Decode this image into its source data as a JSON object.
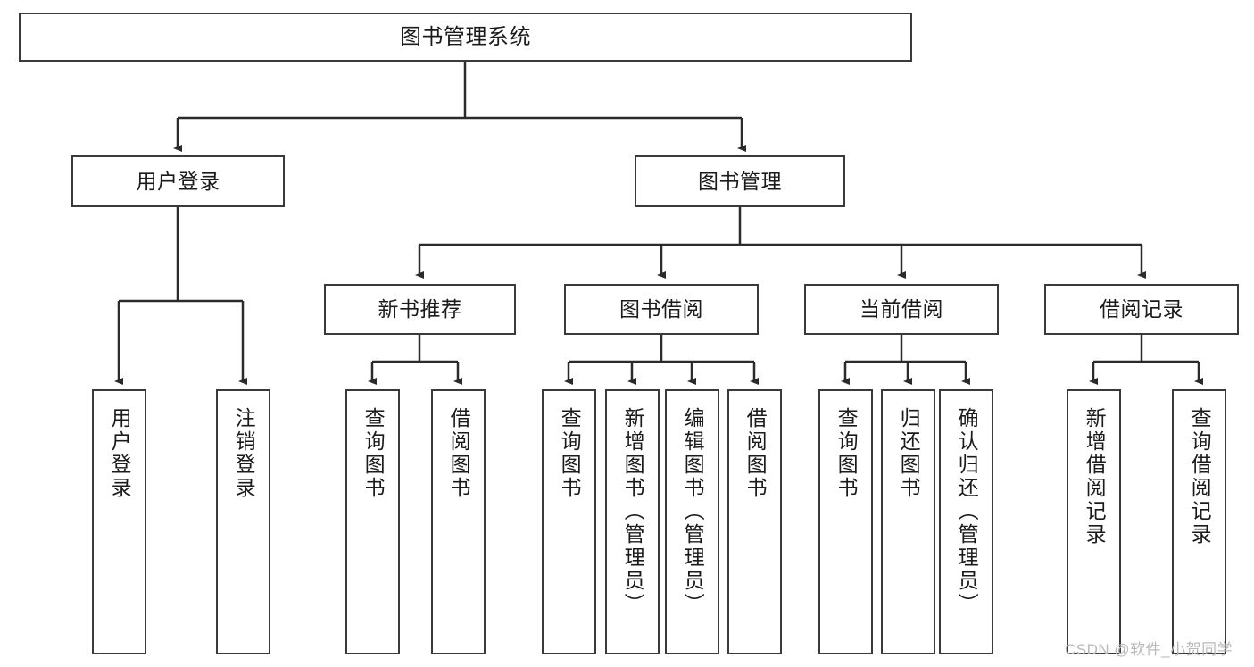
{
  "diagram": {
    "type": "tree",
    "title": "图书管理系统",
    "root": {
      "label": "图书管理系统"
    },
    "level2": [
      {
        "label": "用户登录"
      },
      {
        "label": "图书管理"
      }
    ],
    "level3": [
      {
        "label": "新书推荐"
      },
      {
        "label": "图书借阅"
      },
      {
        "label": "当前借阅"
      },
      {
        "label": "借阅记录"
      }
    ],
    "leaves": [
      {
        "label": "用户登录",
        "parent": "用户登录"
      },
      {
        "label": "注销登录",
        "parent": "用户登录"
      },
      {
        "label": "查询图书",
        "parent": "新书推荐"
      },
      {
        "label": "借阅图书",
        "parent": "新书推荐"
      },
      {
        "label": "查询图书",
        "parent": "图书借阅"
      },
      {
        "label": "新增图书（管理员）",
        "parent": "图书借阅"
      },
      {
        "label": "编辑图书（管理员）",
        "parent": "图书借阅"
      },
      {
        "label": "借阅图书",
        "parent": "图书借阅"
      },
      {
        "label": "查询图书",
        "parent": "当前借阅"
      },
      {
        "label": "归还图书",
        "parent": "当前借阅"
      },
      {
        "label": "确认归还（管理员）",
        "parent": "当前借阅"
      },
      {
        "label": "新增借阅记录",
        "parent": "借阅记录"
      },
      {
        "label": "查询借阅记录",
        "parent": "借阅记录"
      }
    ]
  },
  "watermark": {
    "text": "CSDN @软件_小贺同学"
  },
  "colors": {
    "stroke": "#3a3a3a",
    "text": "#1b1b1b",
    "background": "#ffffff",
    "watermark": "#b9b9b9"
  }
}
